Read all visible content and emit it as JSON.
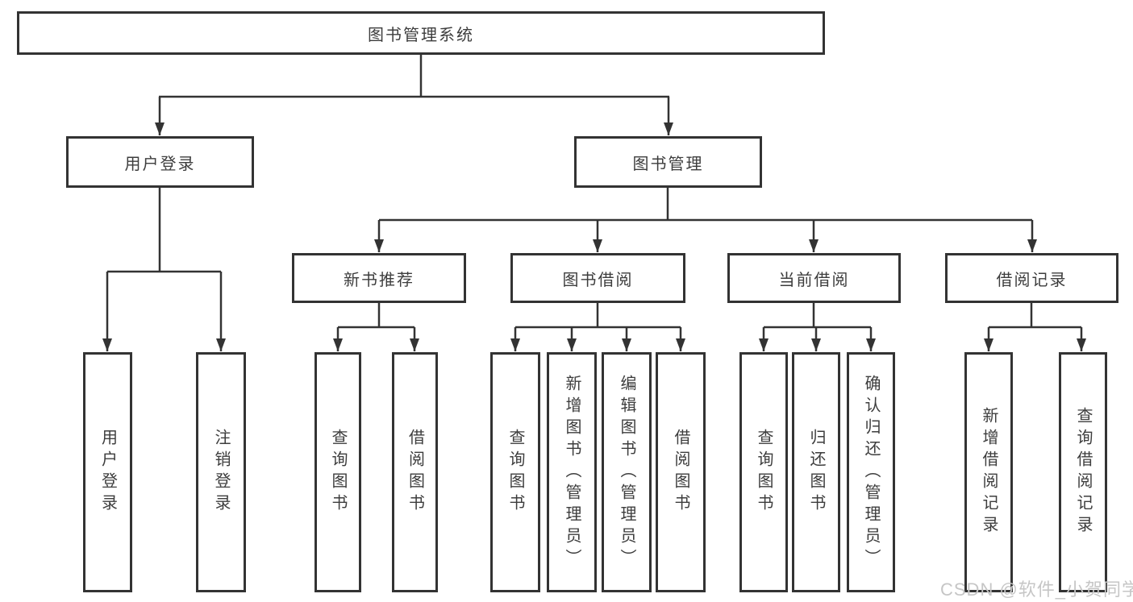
{
  "diagram": {
    "root": {
      "label": "图书管理系统"
    },
    "level2": [
      {
        "label": "用户登录"
      },
      {
        "label": "图书管理"
      }
    ],
    "level3": [
      {
        "label": "新书推荐"
      },
      {
        "label": "图书借阅"
      },
      {
        "label": "当前借阅"
      },
      {
        "label": "借阅记录"
      }
    ],
    "leaves": {
      "user_login": [
        "用户登录",
        "注销登录"
      ],
      "new_book": [
        "查询图书",
        "借阅图书"
      ],
      "book_borrow": [
        "查询图书",
        "新增图书（管理员）",
        "编辑图书（管理员）",
        "借阅图书"
      ],
      "current_borrow": [
        "查询图书",
        "归还图书",
        "确认归还（管理员）"
      ],
      "borrow_records": [
        "新增借阅记录",
        "查询借阅记录"
      ]
    }
  },
  "watermark": {
    "text": "CSDN @软件_小贺同学"
  },
  "colors": {
    "line": "#333333",
    "border": "#333333",
    "text": "#3d3d3d",
    "watermark": "#c6c6c6",
    "background": "#ffffff"
  }
}
